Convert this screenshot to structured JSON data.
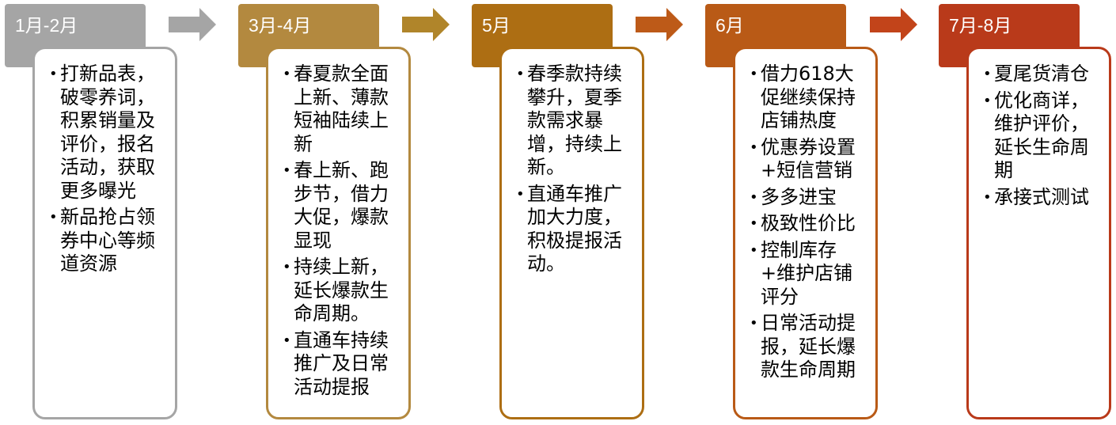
{
  "phases": [
    {
      "label": "1月-2月",
      "color": "#a5a5a5",
      "items": [
        "打新品表，破零养词，积累销量及评价，报名活动，获取更多曝光",
        "新品抢占领券中心等频道资源"
      ]
    },
    {
      "label": "3月-4月",
      "color": "#b3893f",
      "items": [
        "春夏款全面上新、薄款短袖陆续上新",
        "春上新、跑步节，借力大促，爆款显现",
        "持续上新，延长爆款生命周期。",
        "直通车持续推广及日常活动提报"
      ]
    },
    {
      "label": "5月",
      "color": "#ad6e13",
      "items": [
        "春季款持续攀升，夏季款需求暴增，持续上新。",
        "直通车推广加大力度，积极提报活动。"
      ]
    },
    {
      "label": "6月",
      "color": "#b95a16",
      "items": [
        "借力618大促继续保持店铺热度",
        "优惠券设置+短信营销",
        "多多进宝",
        "极致性价比",
        "控制库存+维护店铺评分",
        "日常活动提报，延长爆款生命周期"
      ]
    },
    {
      "label": "7月-8月",
      "color": "#b93a1a",
      "items": [
        "夏尾货清仓",
        "优化商详，维护评价，延长生命周期",
        "承接式测试"
      ]
    }
  ],
  "arrows": [
    {
      "color": "#a5a5a5"
    },
    {
      "color": "#b0852a"
    },
    {
      "color": "#bd5a18"
    },
    {
      "color": "#c2441a"
    }
  ],
  "bullet_glyph": "•"
}
